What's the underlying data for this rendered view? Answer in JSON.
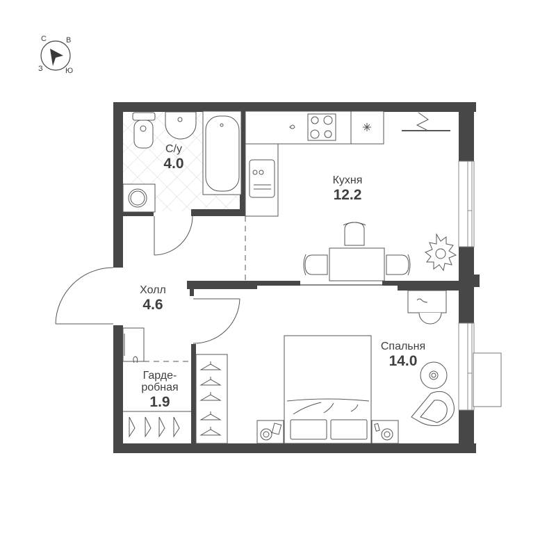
{
  "compass": {
    "north": "С",
    "east": "В",
    "west": "З",
    "south": "Ю"
  },
  "rooms": [
    {
      "id": "bathroom",
      "name": "С/у",
      "area": "4.0"
    },
    {
      "id": "kitchen",
      "name": "Кухня",
      "area": "12.2"
    },
    {
      "id": "hall",
      "name": "Холл",
      "area": "4.6"
    },
    {
      "id": "wardrobe",
      "name": "Гарде-\nробная",
      "name_line1": "Гарде-",
      "name_line2": "робная",
      "area": "1.9"
    },
    {
      "id": "bedroom",
      "name": "Спальня",
      "area": "14.0"
    }
  ],
  "colors": {
    "wall": "#474747",
    "line": "#555555",
    "tile": "#d9d9d9",
    "text": "#3f3f3f"
  }
}
